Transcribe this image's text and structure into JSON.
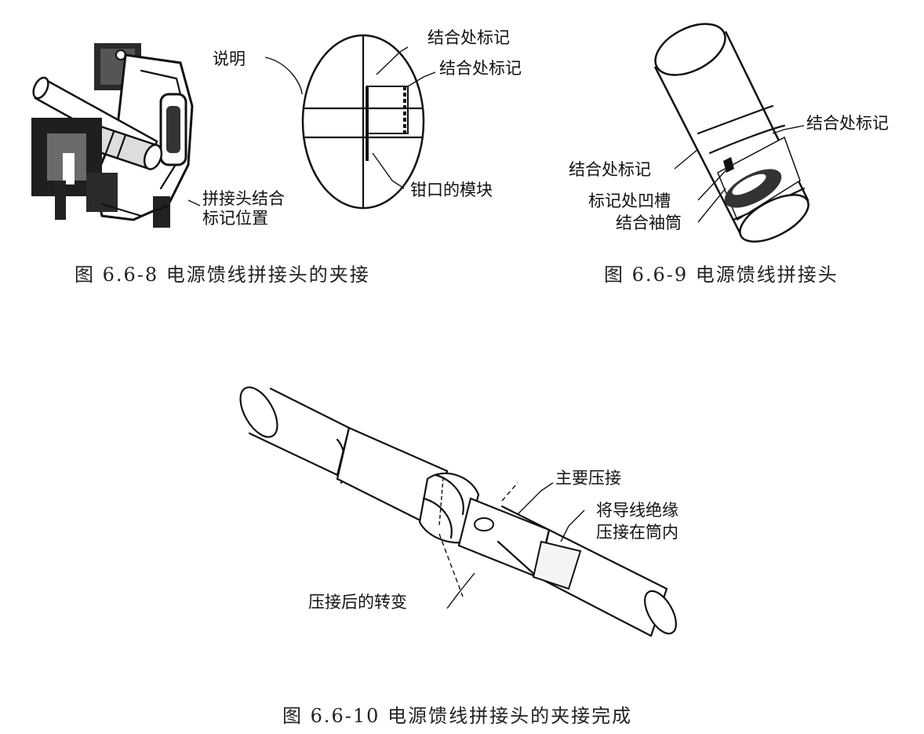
{
  "figures": [
    {
      "caption": "图 6.6-8 电源馈线拼接头的夹接",
      "labels": {
        "explain": "说明",
        "splice_mark_pos_line1": "拼接头结合",
        "splice_mark_pos_line2": "标记位置",
        "joint_mark_1": "结合处标记",
        "joint_mark_2": "结合处标记",
        "jaw_module": "钳口的模块"
      }
    },
    {
      "caption": "图 6.6-9 电源馈线拼接头",
      "labels": {
        "joint_mark_right": "结合处标记",
        "joint_mark_left": "结合处标记",
        "mark_groove": "标记处凹槽",
        "joint_sleeve": "结合袖筒"
      }
    },
    {
      "caption": "图 6.6-10 电源馈线拼接头的夹接完成",
      "labels": {
        "main_crimp": "主要压接",
        "insulation_line1": "将导线绝缘",
        "insulation_line2": "压接在筒内",
        "after_crimp": "压接后的转变"
      }
    }
  ]
}
